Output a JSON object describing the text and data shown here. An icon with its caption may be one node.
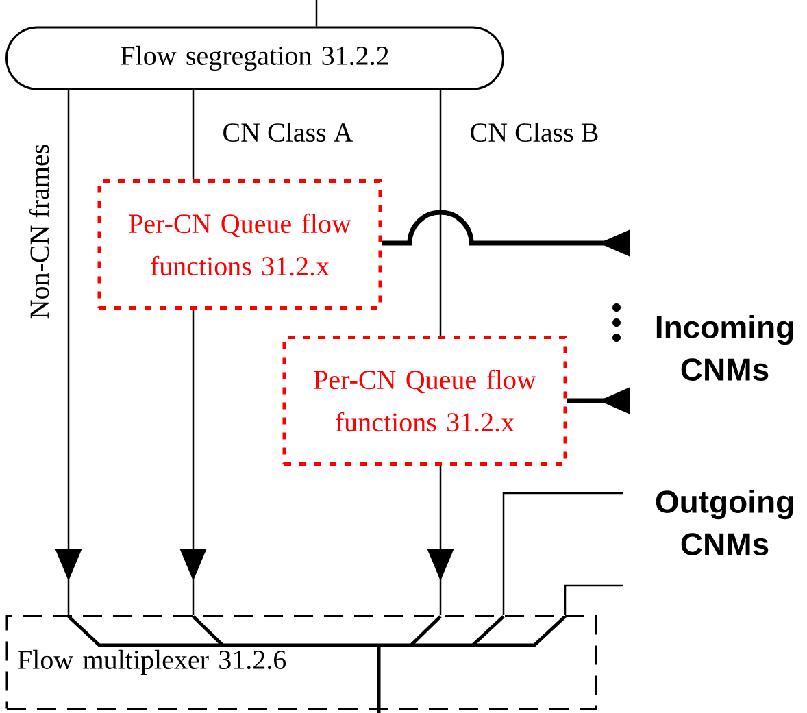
{
  "diagram": {
    "nodes": [
      {
        "text": [
          "Flow segregation 31.2.2"
        ]
      },
      {
        "text": [
          "Per-CN Queue flow functions 31.2.x"
        ]
      },
      {
        "text": [
          "Per-CN Queue flow functions 31.2.x"
        ]
      },
      {
        "text": [
          "Flow multiplexer 31.2.6"
        ]
      }
    ],
    "edges": [
      {
        "from": null,
        "to": 0,
        "arrow": "none"
      },
      {
        "from": 0,
        "to": 3,
        "arrow": "to",
        "label": "Non-CN frames"
      },
      {
        "from": 0,
        "to": 1,
        "arrow": "none",
        "label": "CN Class A"
      },
      {
        "from": 1,
        "to": 3,
        "arrow": "to"
      },
      {
        "from": 0,
        "to": 2,
        "arrow": "none",
        "label": "CN Class B"
      },
      {
        "from": 2,
        "to": 3,
        "arrow": "to"
      },
      {
        "from": null,
        "to": 1,
        "arrow": "to",
        "style": "thick"
      },
      {
        "from": null,
        "to": 2,
        "arrow": "to",
        "style": "thick"
      },
      {
        "from": 3,
        "to": null,
        "arrow": "none"
      },
      {
        "from": 3,
        "to": null,
        "arrow": "none"
      }
    ],
    "labels": [
      "Incoming CNMs",
      "Outgoing CNMs"
    ]
  }
}
